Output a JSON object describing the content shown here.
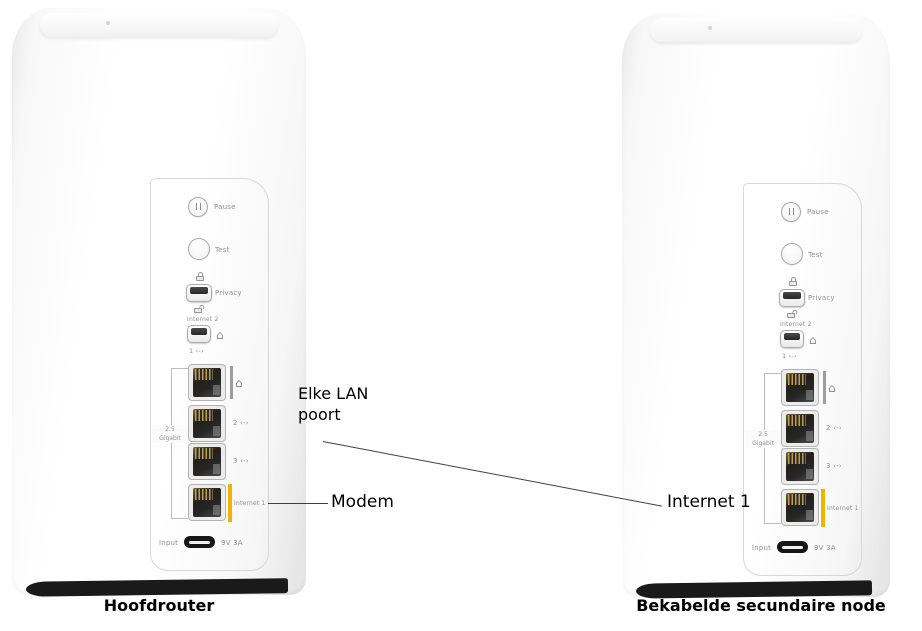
{
  "annotations": {
    "lan": "Elke LAN\npoort",
    "modem": "Modem",
    "internet1": "Internet 1"
  },
  "captions": {
    "main": "Hoofdrouter",
    "secondary": "Bekabelde secundaire node"
  },
  "device": {
    "pause": "Pause",
    "test": "Test",
    "privacy": "Privacy",
    "internet2_switch": "Internet 2",
    "switch_modes": "1 ‹-›",
    "port2": "2 ‹-›",
    "port3": "3 ‹-›",
    "port_internet1": "Internet 1",
    "speed": "2.5\nGigabit",
    "input": "Input",
    "power": "9V 3A",
    "icons": {
      "home": "⌂"
    }
  },
  "colors": {
    "accent_yellow": "#F0B400",
    "callout_line": "#3F3F3F",
    "device_text": "#8F8F8F",
    "panel_line": "#D7D7D7",
    "base_black": "#1A1A1A"
  }
}
